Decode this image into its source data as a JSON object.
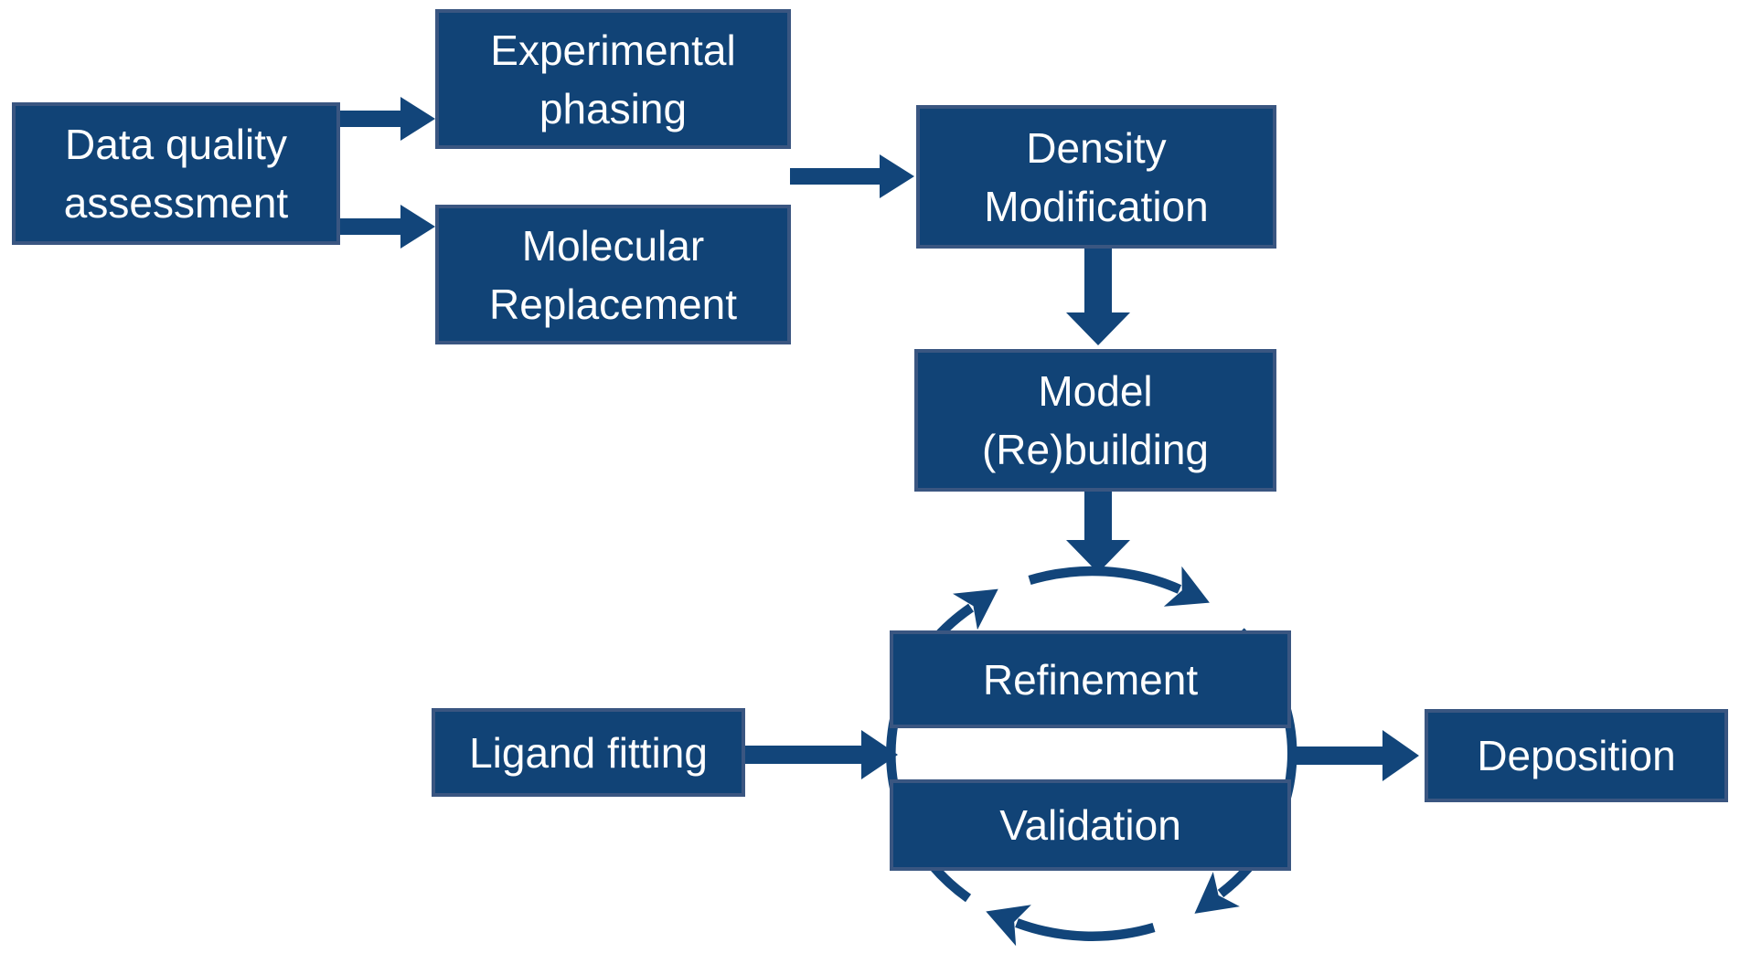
{
  "colors": {
    "background": "#FFFFFF",
    "box-fill": "#114376",
    "box-border": "#3A5681",
    "arrow": "#12457A",
    "text": "#FFFFFF"
  },
  "nodes": {
    "data_quality": {
      "lines": [
        "Data quality",
        "assessment"
      ]
    },
    "experimental": {
      "lines": [
        "Experimental",
        "phasing"
      ]
    },
    "molecular": {
      "lines": [
        "Molecular",
        "Replacement"
      ]
    },
    "density": {
      "lines": [
        "Density",
        "Modification"
      ]
    },
    "model": {
      "lines": [
        "Model",
        "(Re)building"
      ]
    },
    "refinement": {
      "label": "Refinement"
    },
    "validation": {
      "label": "Validation"
    },
    "ligand": {
      "label": "Ligand fitting"
    },
    "deposition": {
      "label": "Deposition"
    }
  }
}
